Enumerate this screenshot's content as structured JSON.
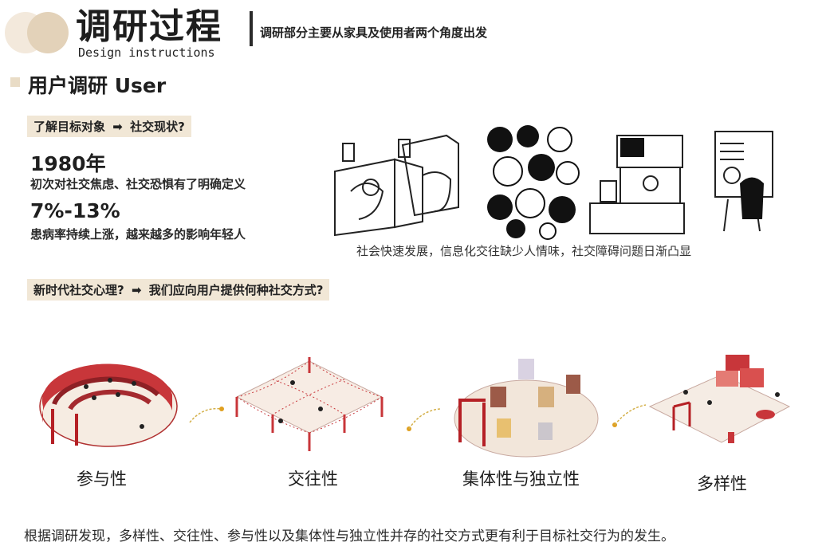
{
  "header": {
    "title": "调研过程",
    "subtitle": "Design instructions",
    "description": "调研部分主要从家具及使用者两个角度出发"
  },
  "section": {
    "title": "用户调研 User"
  },
  "question1": {
    "left": "了解目标对象",
    "arrow": "➡",
    "right": "社交现状?"
  },
  "stats": [
    {
      "value": "1980年",
      "text": "初次对社交焦虑、社交恐惧有了明确定义"
    },
    {
      "value": "7%-13%",
      "text": "患病率持续上涨，越来越多的影响年轻人"
    }
  ],
  "illustration_caption": "社会快速发展，信息化交往缺少人情味，社交障碍问题日渐凸显",
  "question2": {
    "left": "新时代社交心理?",
    "arrow": "➡",
    "right": "我们应向用户提供何种社交方式?"
  },
  "illustrations": [
    {
      "label": "参与性"
    },
    {
      "label": "交往性"
    },
    {
      "label": "集体性与独立性"
    },
    {
      "label": "多样性"
    }
  ],
  "conclusion": "根据调研发现，多样性、交往性、参与性以及集体性与独立性并存的社交方式更有利于目标社交行为的发生。",
  "colors": {
    "accent_red": "#c8363a",
    "beige": "#f1e7d6",
    "circle_light": "#f3e9dc",
    "circle_mid": "#e3d2b9"
  }
}
